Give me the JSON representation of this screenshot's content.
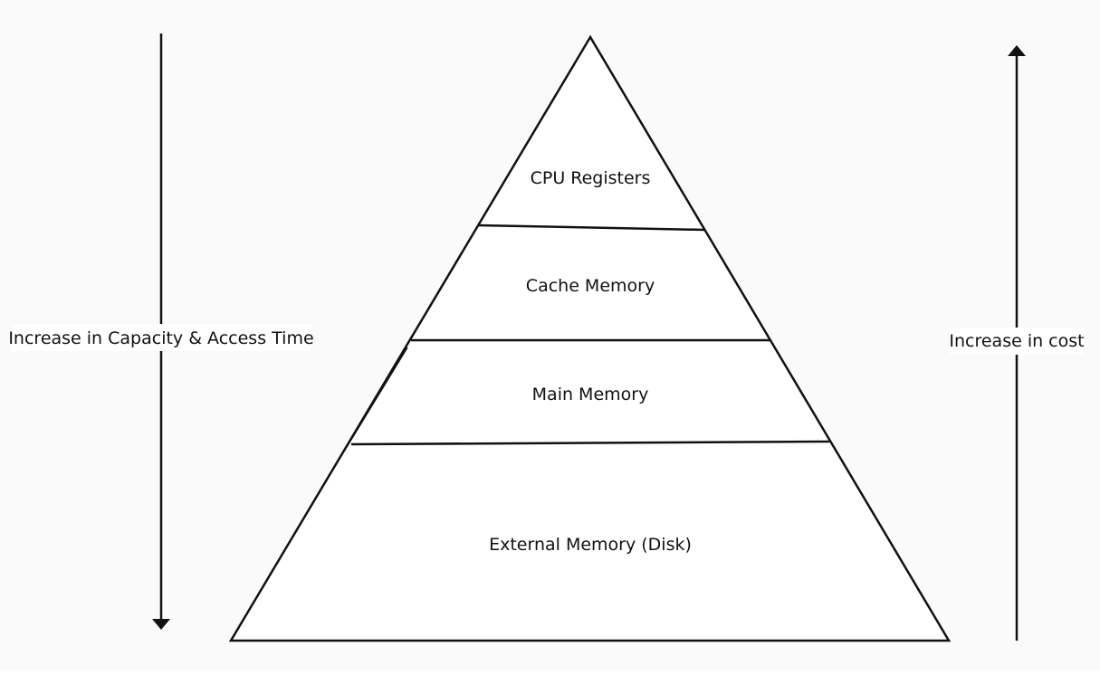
{
  "diagram": {
    "levels": [
      {
        "label": "CPU Registers"
      },
      {
        "label": "Cache Memory"
      },
      {
        "label": "Main Memory"
      },
      {
        "label": "External Memory (Disk)"
      }
    ],
    "left_axis": {
      "label": "Increase in Capacity & Access Time",
      "direction": "down"
    },
    "right_axis": {
      "label": "Increase in cost",
      "direction": "up"
    },
    "colors": {
      "background": "#fafafa",
      "stroke": "#111111",
      "fill": "#ffffff",
      "text": "#111111"
    }
  }
}
